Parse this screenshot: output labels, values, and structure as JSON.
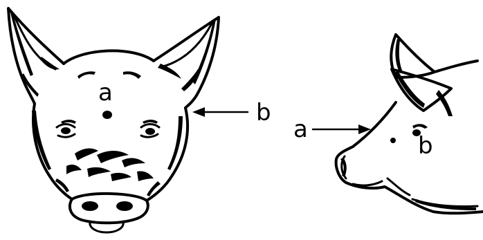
{
  "front_view": {
    "label_a": "a",
    "label_b": "b"
  },
  "side_view": {
    "label_a": "a",
    "label_b": "b"
  },
  "colors": {
    "ink": "#000000",
    "background": "#ffffff"
  }
}
